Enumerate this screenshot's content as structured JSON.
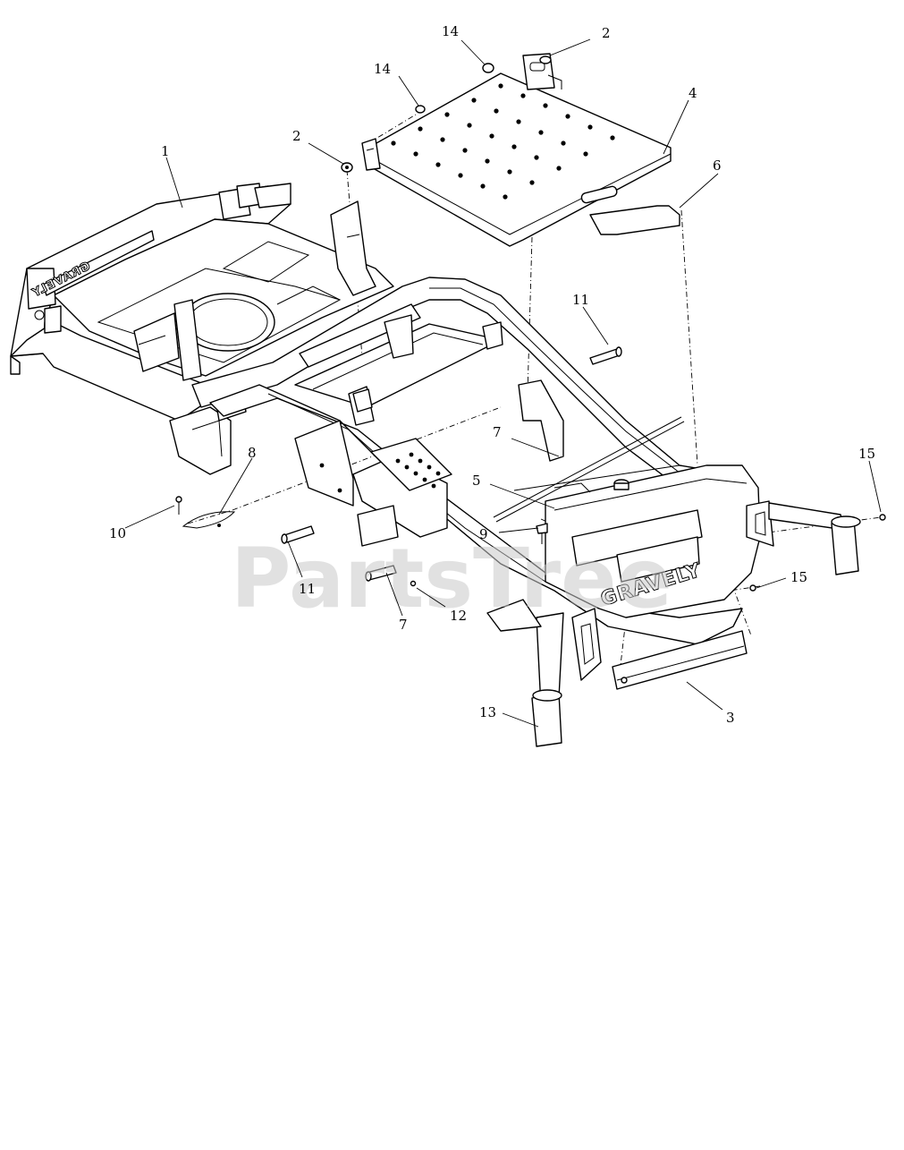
{
  "watermark": "PartsTree",
  "brand_marks": {
    "frame_front": "GRAVELY",
    "frame_rear": "GRAVELY"
  },
  "callouts": [
    {
      "id": "c1",
      "label": "1"
    },
    {
      "id": "c2a",
      "label": "2"
    },
    {
      "id": "c2b",
      "label": "2"
    },
    {
      "id": "c3",
      "label": "3"
    },
    {
      "id": "c4",
      "label": "4"
    },
    {
      "id": "c5",
      "label": "5"
    },
    {
      "id": "c6",
      "label": "6"
    },
    {
      "id": "c7a",
      "label": "7"
    },
    {
      "id": "c7b",
      "label": "7"
    },
    {
      "id": "c8",
      "label": "8"
    },
    {
      "id": "c9",
      "label": "9"
    },
    {
      "id": "c10",
      "label": "10"
    },
    {
      "id": "c11a",
      "label": "11"
    },
    {
      "id": "c11b",
      "label": "11"
    },
    {
      "id": "c12",
      "label": "12"
    },
    {
      "id": "c13",
      "label": "13"
    },
    {
      "id": "c14a",
      "label": "14"
    },
    {
      "id": "c14b",
      "label": "14"
    },
    {
      "id": "c15a",
      "label": "15"
    },
    {
      "id": "c15b",
      "label": "15"
    }
  ]
}
